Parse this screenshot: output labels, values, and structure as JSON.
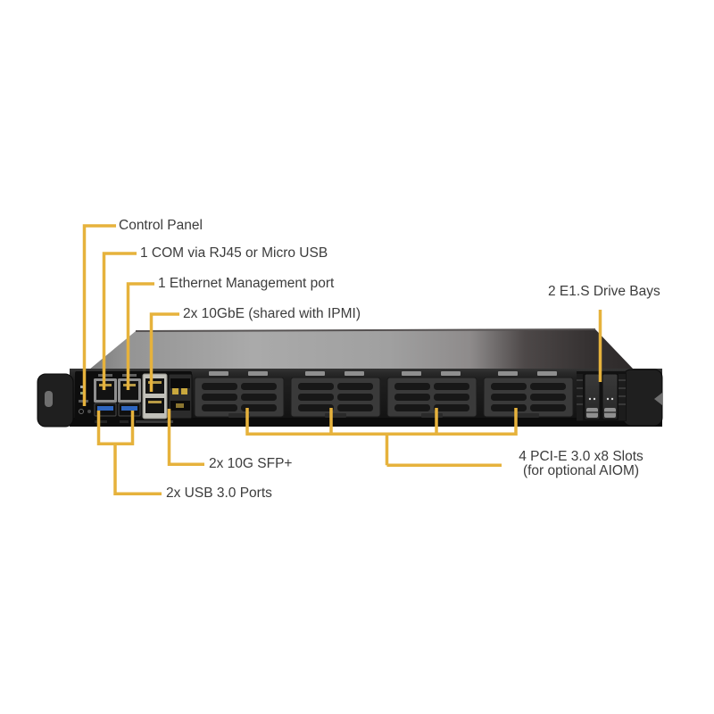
{
  "figure": {
    "type": "hardware-rear-io-diagram",
    "subject": "1U server front view with port callouts",
    "background_color": "#ffffff",
    "accent_line_color": "#E6B23C",
    "label_color": "#3c3c3c",
    "chassis_top_color": "#a9a9a9",
    "chassis_face_color": "#1a1a1a",
    "usb_port_color": "#2f66c0",
    "sfp_tab_color": "#c9a83d"
  },
  "callouts": {
    "control_panel": {
      "label": "Control Panel"
    },
    "com": {
      "label": "1 COM via RJ45 or Micro USB"
    },
    "ethernet_mgmt": {
      "label": "1 Ethernet Management port"
    },
    "ten_gbe": {
      "label": "2x 10GbE (shared with IPMI)"
    },
    "e1s_bays": {
      "label": "2 E1.S Drive Bays"
    },
    "sfp": {
      "label": "2x 10G SFP+"
    },
    "usb": {
      "label": "2x USB 3.0 Ports"
    },
    "pcie": {
      "label_line1": "4 PCI-E 3.0 x8 Slots",
      "label_line2": "(for optional AIOM)"
    }
  }
}
